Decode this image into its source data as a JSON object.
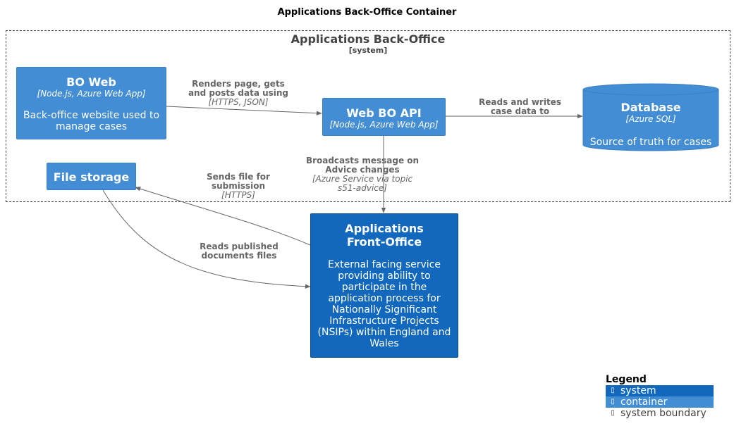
{
  "title": "Applications Back-Office Container",
  "boundary": {
    "name": "Applications Back-Office",
    "type": "[system]"
  },
  "nodes": {
    "bo_web": {
      "title": "BO Web",
      "tech": "[Node.js, Azure Web App]",
      "desc": "Back-office website used to manage cases"
    },
    "web_bo_api": {
      "title": "Web BO API",
      "tech": "[Node.js, Azure Web App]"
    },
    "database": {
      "title": "Database",
      "tech": "[Azure SQL]",
      "desc": "Source of truth for cases"
    },
    "file_storage": {
      "title": "File storage"
    },
    "front_office": {
      "title": "Applications Front-Office",
      "desc": "External facing service providing ability to participate in the application process for Nationally Significant Infrastructure Projects (NSIPs) within England and Wales"
    }
  },
  "relations": {
    "web_to_api": {
      "label": "Renders page, gets and posts data using",
      "tech": "[HTTPS, JSON]"
    },
    "api_to_db": {
      "label": "Reads and writes case data to"
    },
    "api_to_front": {
      "label": "Broadcasts message on Advice changes",
      "tech": "[Azure Service via topic s51-advice]"
    },
    "front_to_storage": {
      "label": "Sends file for submission",
      "tech": "[HTTPS]"
    },
    "storage_to_front": {
      "label": "Reads published documents files"
    }
  },
  "legend": {
    "title": "Legend",
    "items": [
      "system",
      "container",
      "system boundary"
    ]
  },
  "colors": {
    "system": "#1168bd",
    "container": "#438dd5",
    "boundary": "#444444",
    "arrow": "#666666"
  }
}
